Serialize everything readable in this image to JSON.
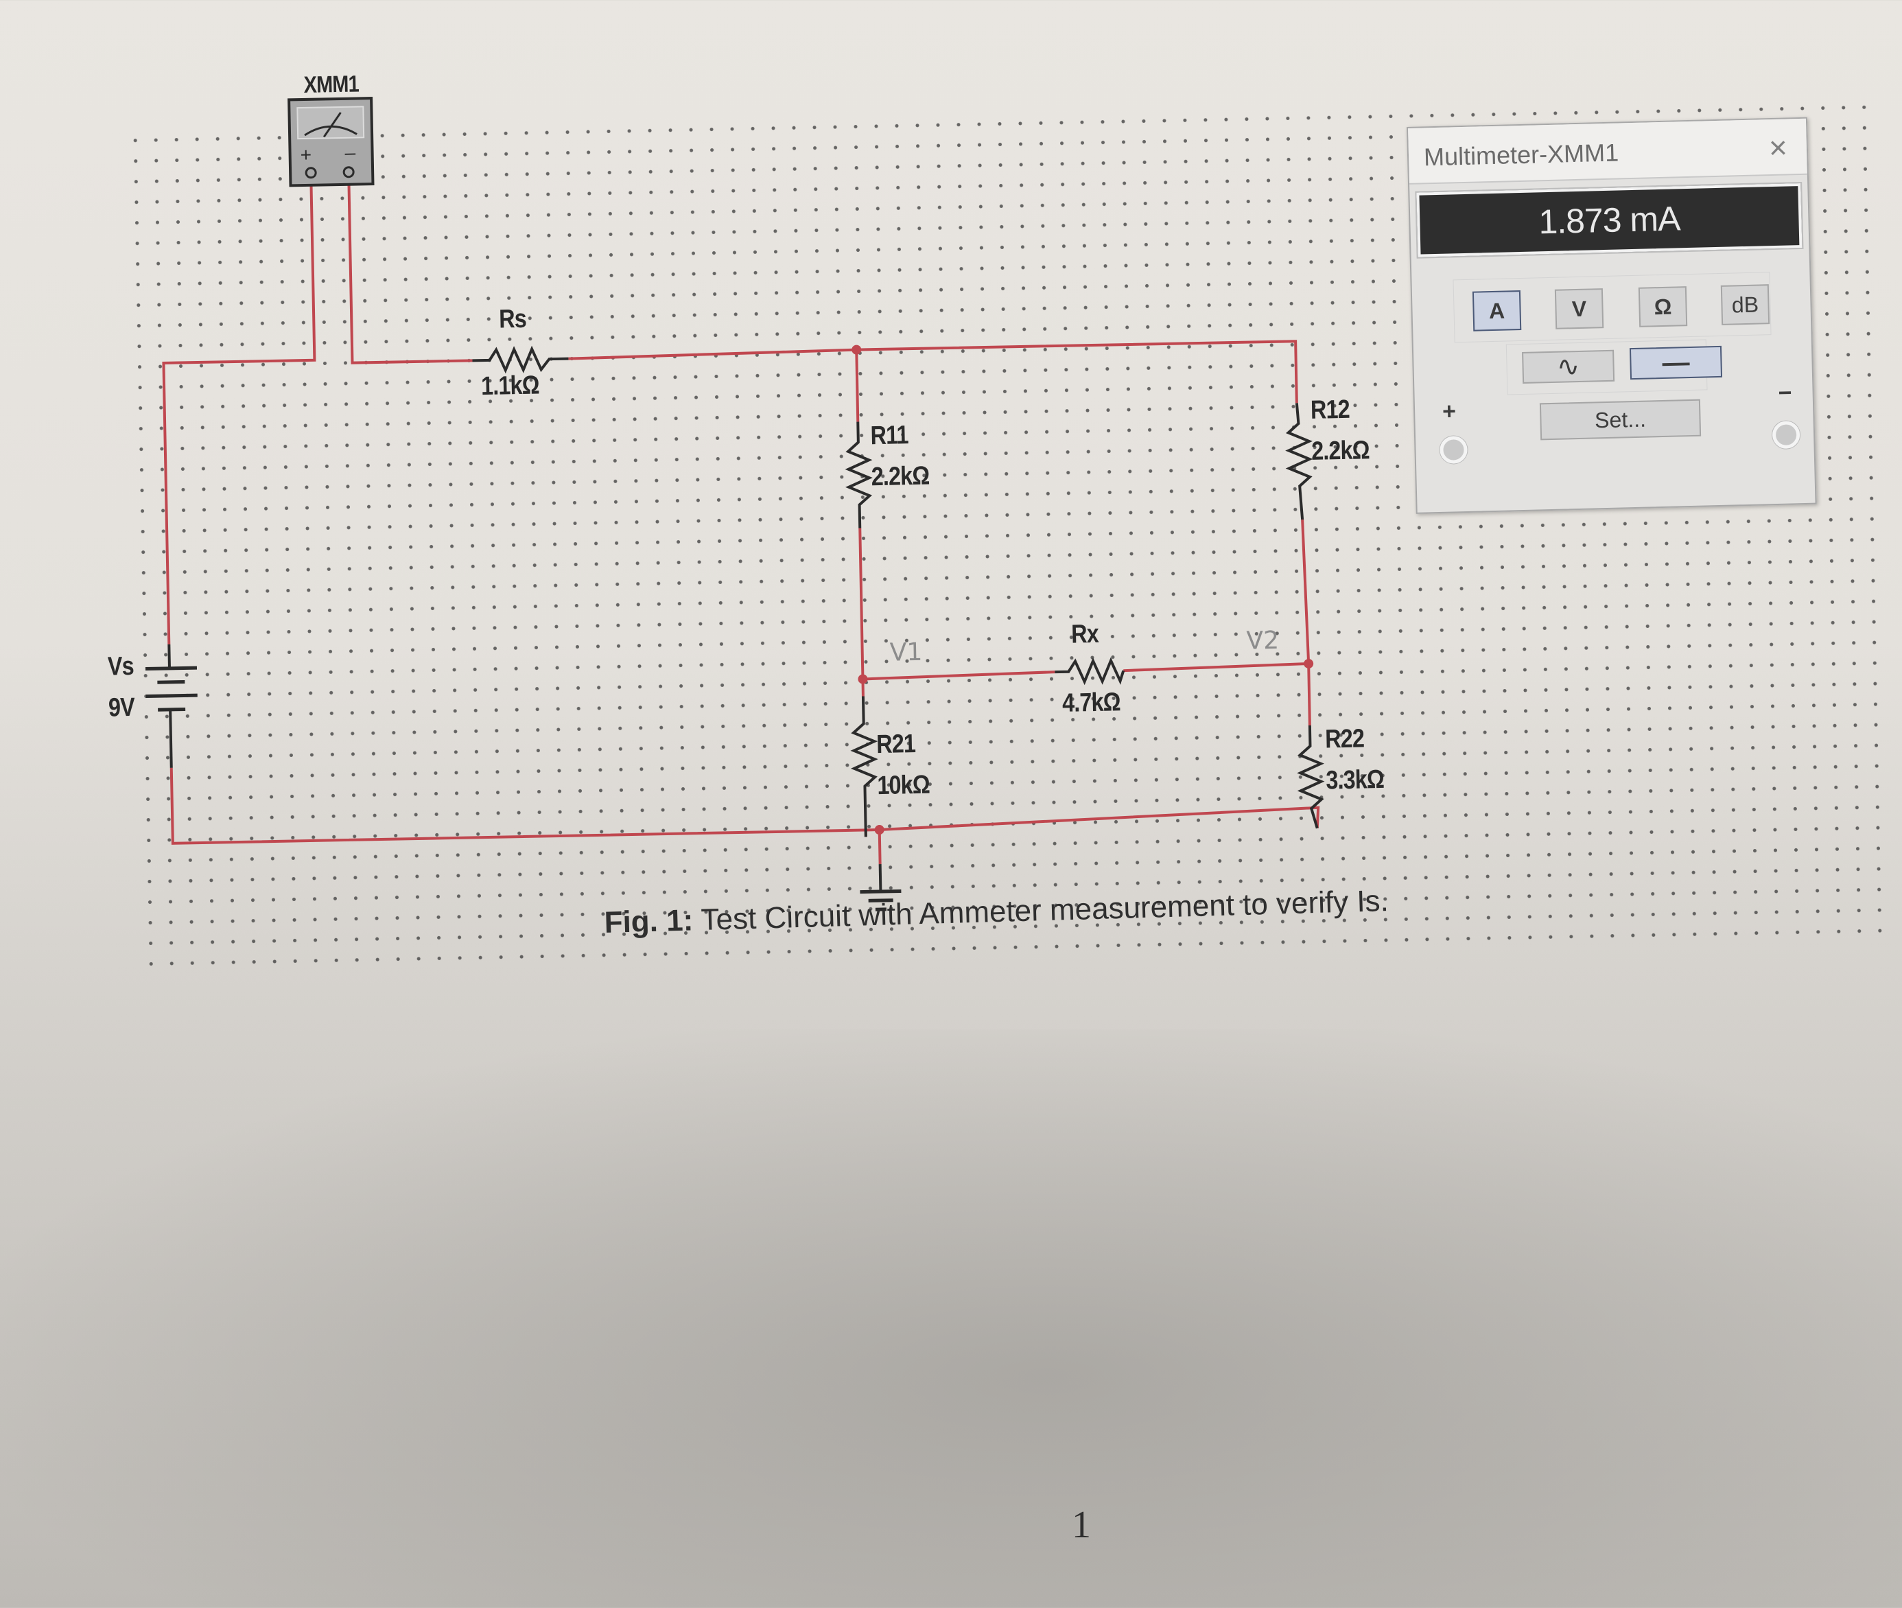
{
  "schematic": {
    "meter_label": "XMM1",
    "components": {
      "rs": {
        "name": "Rs",
        "value": "1.1kΩ"
      },
      "r11": {
        "name": "R11",
        "value": "2.2kΩ"
      },
      "r12": {
        "name": "R12",
        "value": "2.2kΩ"
      },
      "rx": {
        "name": "Rx",
        "value": "4.7kΩ"
      },
      "r21": {
        "name": "R21",
        "value": "10kΩ"
      },
      "r22": {
        "name": "R22",
        "value": "3.3kΩ"
      },
      "vs": {
        "name": "Vs",
        "value": "9V"
      }
    },
    "handwritten": {
      "v1": "V1",
      "v2": "V2"
    },
    "wire_color": "#c0474f",
    "meter_plus": "+",
    "meter_minus": "−"
  },
  "multimeter": {
    "title": "Multimeter-XMM1",
    "close_icon": "×",
    "reading": "1.873 mA",
    "mode_buttons": [
      "A",
      "V",
      "Ω",
      "dB"
    ],
    "active_mode": "A",
    "signal_buttons": {
      "ac": "∿",
      "dc": "—"
    },
    "active_signal": "dc",
    "set_button": "Set...",
    "plus_label": "+",
    "minus_label": "−"
  },
  "caption": {
    "prefix": "Fig. 1:",
    "text": " Test Circuit with Ammeter measurement to verify Is."
  },
  "page_number": "1"
}
